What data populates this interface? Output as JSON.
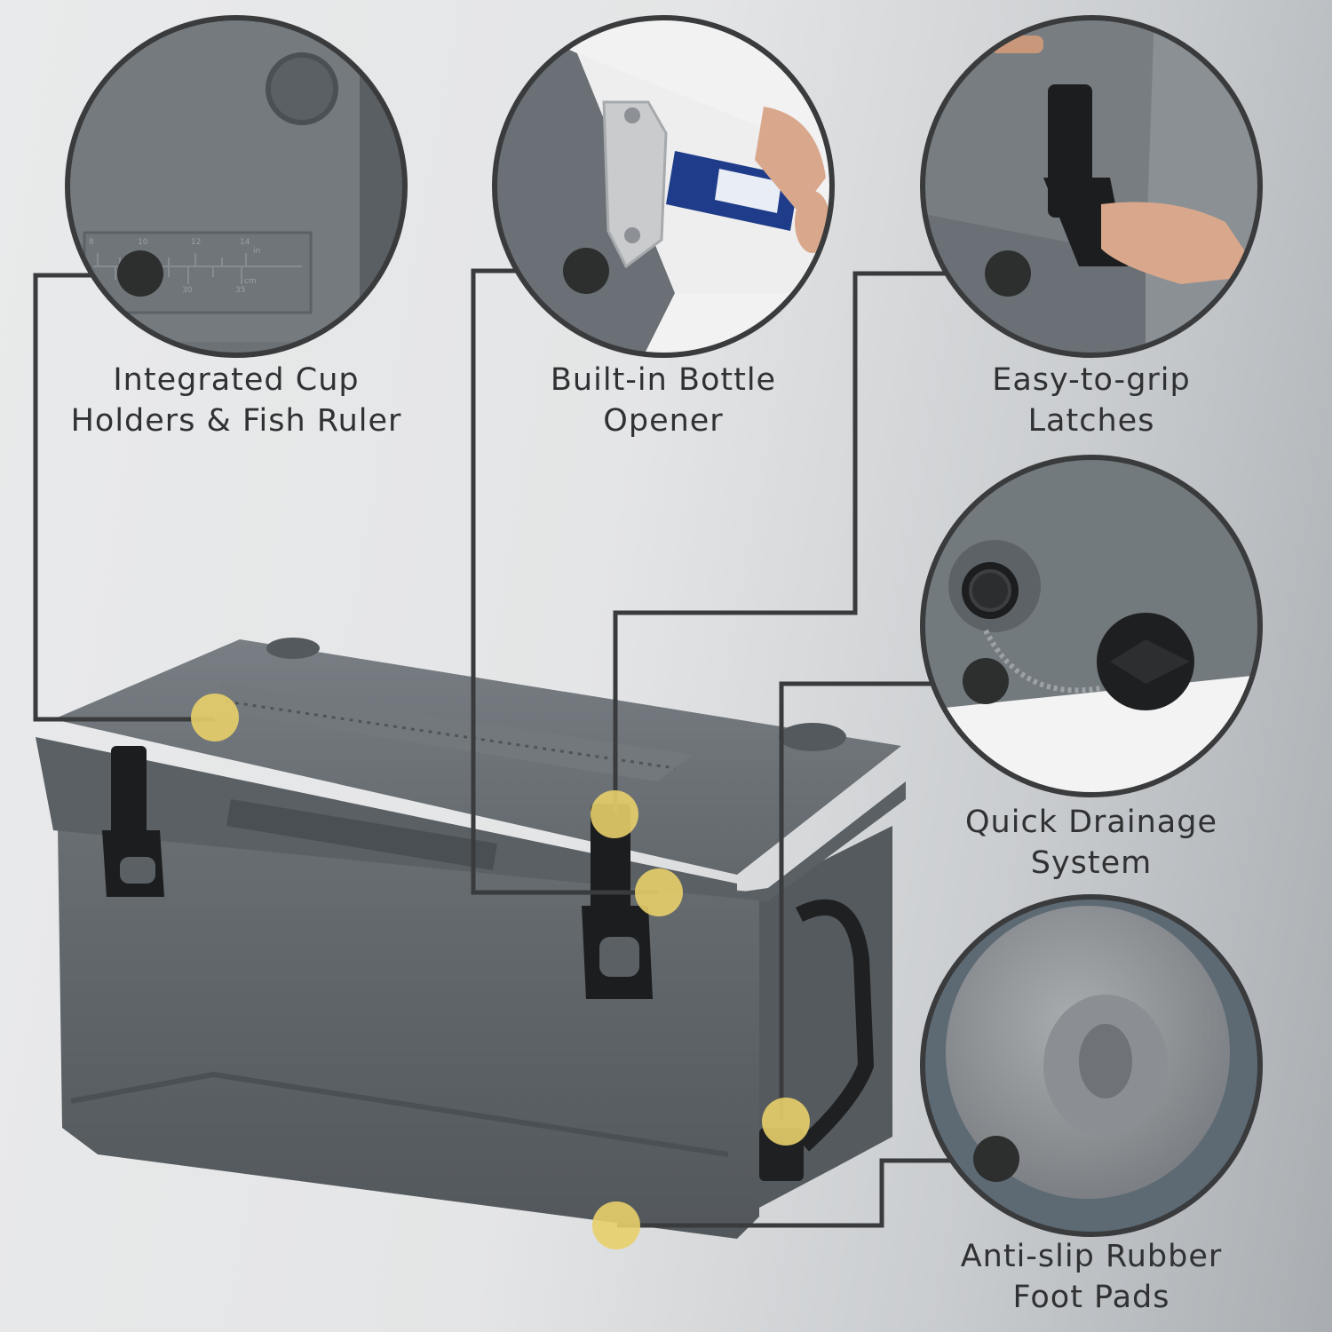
{
  "features": [
    {
      "line1": "Integrated Cup",
      "line2": "Holders & Fish Ruler"
    },
    {
      "line1": "Built-in Bottle",
      "line2": "Opener"
    },
    {
      "line1": "Easy-to-grip",
      "line2": "Latches"
    },
    {
      "line1": "Quick Drainage",
      "line2": "System"
    },
    {
      "line1": "Anti-slip Rubber",
      "line2": "Foot Pads"
    }
  ],
  "ruler": {
    "inch_ticks": [
      "8",
      "10",
      "12",
      "14"
    ],
    "inch_unit": "in",
    "cm_ticks": [
      "30",
      "35"
    ],
    "cm_unit": "cm"
  },
  "colors": {
    "cooler_body": "#5e6468",
    "cooler_lid": "#6a7075",
    "marker_yellow": "#e8cf6a",
    "callout_dot": "#2d2e2e",
    "connector_line": "#3a3b3c"
  }
}
